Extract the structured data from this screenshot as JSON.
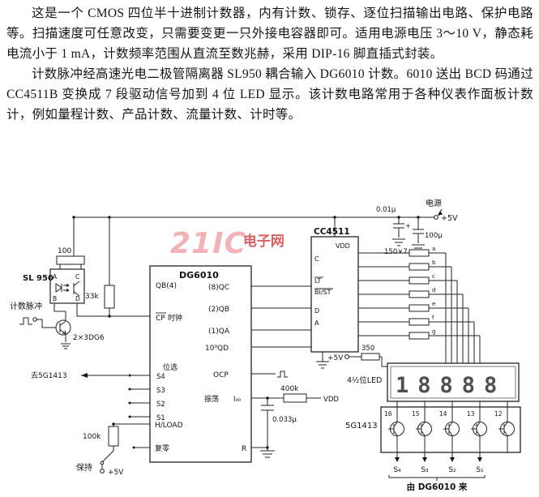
{
  "doc": {
    "para1": "这是一个 CMOS 四位半十进制计数器，内有计数、锁存、逐位扫描输出电路、保护电路等。扫描速度可任意改变，只需要变更一只外接电容器即可。适用电源电压 3～10 V，静态耗电流小于 1 mA，计数频率范围从直流至数兆赫，采用 DIP-16 脚直插式封装。",
    "para2": "计数脉冲经高速光电二极管隔离器 SL950 耦合输入 DG6010 计数。6010 送出 BCD 码通过 CC4511B 变换成 7 段驱动信号加到 4 位 LED 显示。该计数电路常用于各种仪表作面板计数计，例如量程计数、产品计数、流量计数、计时等。"
  },
  "watermark": {
    "brand": "21IC",
    "suffix": "电子网",
    "color": "#d2383a"
  },
  "circuit": {
    "sl950": "SL 950",
    "pins_sl950": {
      "a": "A",
      "c": "C",
      "b": "B",
      "d": "D"
    },
    "count_pulse": "计数脉冲",
    "transistor": "2×3DG6",
    "to_5g1413": "去5G1413",
    "r100": "100",
    "r33k": "33k",
    "r100k": "100k",
    "r400k": "400k",
    "r350": "350",
    "r150x7": "150×7",
    "c001": "0.01μ",
    "c100": "100μ",
    "c0033": "0.033μ",
    "plus": "+",
    "dg6010": {
      "title": "DG6010",
      "qb4": "QB(4)",
      "cp": "CP",
      "cp_name": "时钟",
      "qc": "(8)QC",
      "qb": "(2)QB",
      "qa": "(1)QA",
      "qd": "10⁰QD",
      "ocp": "OCP",
      "bitsel": "位选",
      "s4": "S4",
      "s3": "S3",
      "s2": "S2",
      "s1": "S1",
      "osc": "振荡",
      "i90": "I₉₀",
      "hload": "H/LOAD",
      "reset": "复零",
      "r_pin": "R"
    },
    "cc4511": {
      "title": "CC4511",
      "vdd": "VDD",
      "c": "C",
      "lt": "LT",
      "bist": "BI/ST",
      "d": "D",
      "a": "A"
    },
    "vdd": "VDD",
    "hold": "保持",
    "v5": "+5V",
    "power": "电源",
    "led": {
      "label": "4½位LED",
      "value": "18888"
    },
    "seg": [
      "a",
      "b",
      "c",
      "d",
      "e",
      "f",
      "g"
    ],
    "g1413": {
      "title": "5G1413",
      "pins": [
        "16",
        "15",
        "14",
        "13",
        "12"
      ]
    },
    "s_out": [
      "S₄",
      "S₃",
      "S₂",
      "S₁"
    ],
    "from_dg": "由 DG6010 来"
  }
}
